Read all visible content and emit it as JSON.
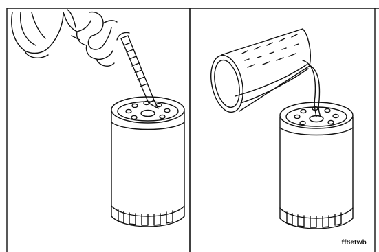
{
  "figure": {
    "caption": "ff8etwb",
    "panels": [
      {
        "id": "left",
        "subject": "oil-filter-with-dropper"
      },
      {
        "id": "right",
        "subject": "oil-filter-with-measuring-beaker"
      }
    ]
  },
  "colors": {
    "ink": "#111111",
    "paper": "#ffffff"
  }
}
